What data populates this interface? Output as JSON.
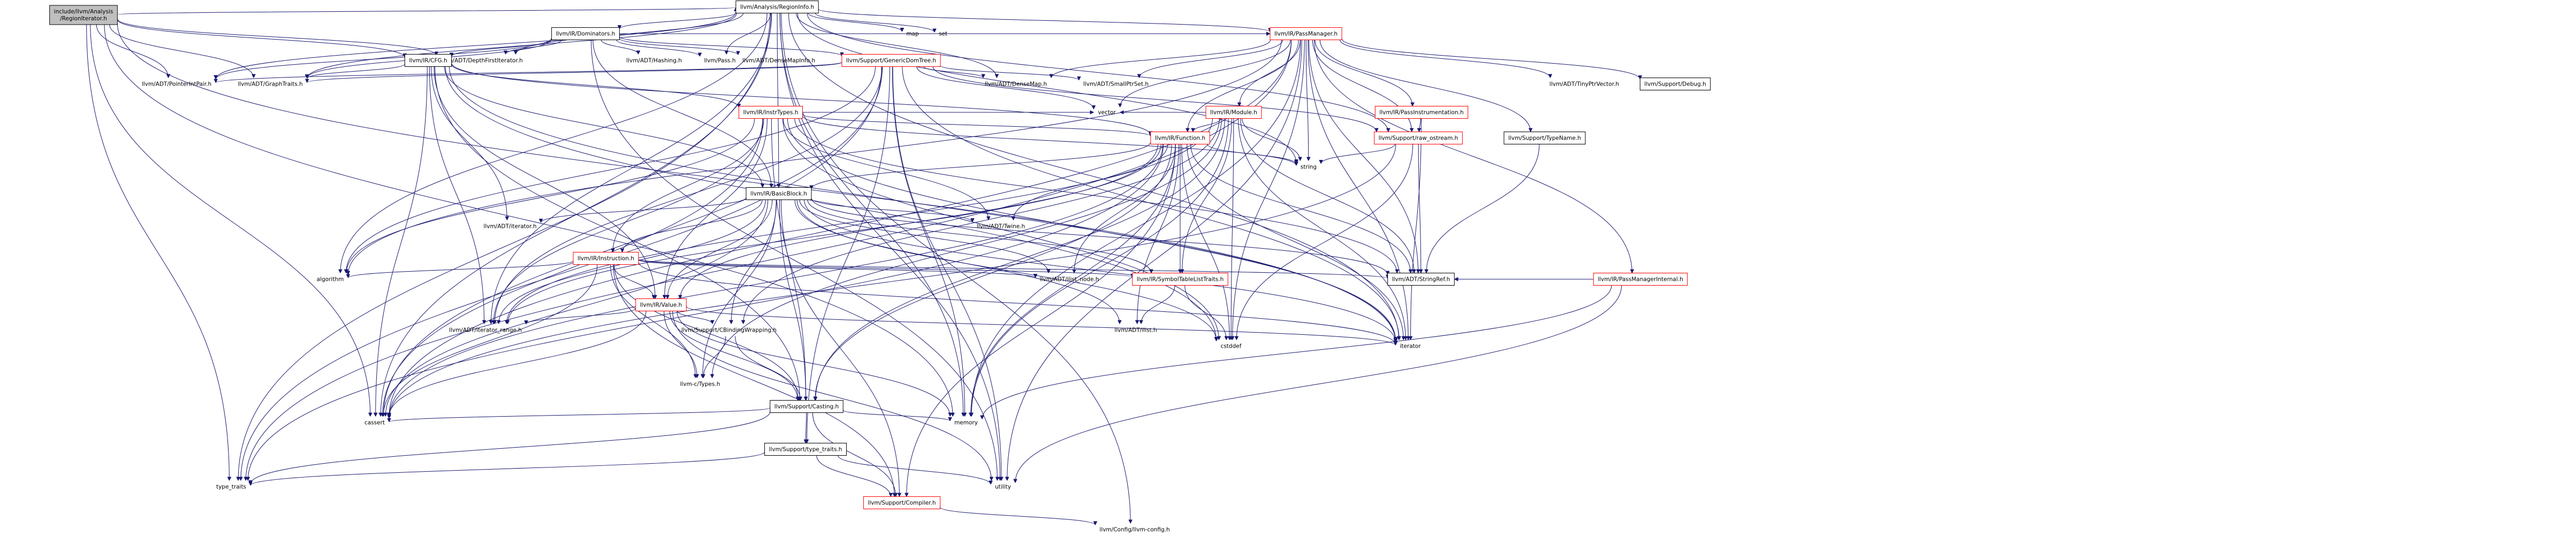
{
  "graph_title": "",
  "colors": {
    "edge": "#191970",
    "root_fill": "#bfbfbf",
    "node_border": "#000000",
    "warn_border": "#ff0000"
  },
  "nodes": [
    {
      "id": "root",
      "lines": [
        "include/llvm/Analysis",
        "/RegionIterator.h"
      ],
      "style": "root"
    },
    {
      "id": "regioninfo",
      "lines": [
        "llvm/Analysis/RegionInfo.h"
      ],
      "style": "link"
    },
    {
      "id": "dominators",
      "lines": [
        "llvm/IR/Dominators.h"
      ],
      "style": "link"
    },
    {
      "id": "map",
      "lines": [
        "map"
      ],
      "style": "plain"
    },
    {
      "id": "set",
      "lines": [
        "set"
      ],
      "style": "plain"
    },
    {
      "id": "passmanager",
      "lines": [
        "llvm/IR/PassManager.h"
      ],
      "style": "red"
    },
    {
      "id": "depthfirst",
      "lines": [
        "llvm/ADT/DepthFirstIterator.h"
      ],
      "style": "plain"
    },
    {
      "id": "irpass",
      "lines": [
        "llvm/Pass.h"
      ],
      "style": "plain"
    },
    {
      "id": "gendomtree",
      "lines": [
        "llvm/Support/GenericDomTree.h"
      ],
      "style": "red"
    },
    {
      "id": "hashing",
      "lines": [
        "llvm/ADT/Hashing.h"
      ],
      "style": "plain"
    },
    {
      "id": "densemapinfo",
      "lines": [
        "llvm/ADT/DenseMapInfo.h"
      ],
      "style": "plain"
    },
    {
      "id": "cfg",
      "lines": [
        "llvm/IR/CFG.h"
      ],
      "style": "link"
    },
    {
      "id": "pointerintpair",
      "lines": [
        "llvm/ADT/PointerIntPair.h"
      ],
      "style": "plain"
    },
    {
      "id": "graphtraits",
      "lines": [
        "llvm/ADT/GraphTraits.h"
      ],
      "style": "plain"
    },
    {
      "id": "densemap",
      "lines": [
        "llvm/ADT/DenseMap.h"
      ],
      "style": "plain"
    },
    {
      "id": "smallptrset",
      "lines": [
        "llvm/ADT/SmallPtrSet.h"
      ],
      "style": "plain"
    },
    {
      "id": "tinyptrvector",
      "lines": [
        "llvm/ADT/TinyPtrVector.h"
      ],
      "style": "plain"
    },
    {
      "id": "debug",
      "lines": [
        "llvm/Support/Debug.h"
      ],
      "style": "link"
    },
    {
      "id": "irmodule",
      "lines": [
        "llvm/IR/Module.h"
      ],
      "style": "red"
    },
    {
      "id": "passinstr",
      "lines": [
        "llvm/IR/PassInstrumentation.h"
      ],
      "style": "red"
    },
    {
      "id": "rawostream",
      "lines": [
        "llvm/Support/raw_ostream.h"
      ],
      "style": "red"
    },
    {
      "id": "typename",
      "lines": [
        "llvm/Support/TypeName.h"
      ],
      "style": "link"
    },
    {
      "id": "irinsttypes",
      "lines": [
        "llvm/IR/InstrTypes.h"
      ],
      "style": "red"
    },
    {
      "id": "irfunction",
      "lines": [
        "llvm/IR/Function.h"
      ],
      "style": "red"
    },
    {
      "id": "vector",
      "lines": [
        "vector"
      ],
      "style": "plain"
    },
    {
      "id": "string",
      "lines": [
        "string"
      ],
      "style": "plain"
    },
    {
      "id": "pminternal",
      "lines": [
        "llvm/IR/PassManagerInternal.h"
      ],
      "style": "red"
    },
    {
      "id": "basicblock",
      "lines": [
        "llvm/IR/BasicBlock.h"
      ],
      "style": "link"
    },
    {
      "id": "iterator",
      "lines": [
        "llvm/ADT/iterator.h"
      ],
      "style": "plain"
    },
    {
      "id": "adttwine",
      "lines": [
        "llvm/ADT/Twine.h"
      ],
      "style": "plain"
    },
    {
      "id": "irinstruction",
      "lines": [
        "llvm/IR/Instruction.h"
      ],
      "style": "red"
    },
    {
      "id": "algorithm",
      "lines": [
        "algorithm"
      ],
      "style": "plain"
    },
    {
      "id": "irvalue",
      "lines": [
        "llvm/IR/Value.h"
      ],
      "style": "red"
    },
    {
      "id": "ilistnode",
      "lines": [
        "llvm/ADT/ilist_node.h"
      ],
      "style": "plain"
    },
    {
      "id": "symtablelist",
      "lines": [
        "llvm/IR/SymbolTableListTraits.h"
      ],
      "style": "red"
    },
    {
      "id": "stringref",
      "lines": [
        "llvm/ADT/StringRef.h"
      ],
      "style": "link"
    },
    {
      "id": "iteratorrange",
      "lines": [
        "llvm/ADT/iterator_range.h"
      ],
      "style": "plain"
    },
    {
      "id": "cbinding",
      "lines": [
        "llvm/Support/CBindingWrapping.h"
      ],
      "style": "plain"
    },
    {
      "id": "ilist",
      "lines": [
        "llvm/ADT/ilist.h"
      ],
      "style": "plain"
    },
    {
      "id": "cstddef",
      "lines": [
        "cstddef"
      ],
      "style": "plain"
    },
    {
      "id": "iteratorstd",
      "lines": [
        "iterator"
      ],
      "style": "plain"
    },
    {
      "id": "ctypes",
      "lines": [
        "llvm-c/Types.h"
      ],
      "style": "plain"
    },
    {
      "id": "casting",
      "lines": [
        "llvm/Support/Casting.h"
      ],
      "style": "link"
    },
    {
      "id": "cassert",
      "lines": [
        "cassert"
      ],
      "style": "plain"
    },
    {
      "id": "memory",
      "lines": [
        "memory"
      ],
      "style": "plain"
    },
    {
      "id": "sptypetraits",
      "lines": [
        "llvm/Support/type_traits.h"
      ],
      "style": "link"
    },
    {
      "id": "typetraits",
      "lines": [
        "type_traits"
      ],
      "style": "plain"
    },
    {
      "id": "utility",
      "lines": [
        "utility"
      ],
      "style": "plain"
    },
    {
      "id": "compiler",
      "lines": [
        "llvm/Support/Compiler.h"
      ],
      "style": "red"
    },
    {
      "id": "llvmconfig",
      "lines": [
        "llvm/Config/llvm-config.h"
      ],
      "style": "plain"
    }
  ],
  "edges": [
    [
      "root",
      "regioninfo"
    ],
    [
      "root",
      "depthfirst"
    ],
    [
      "root",
      "graphtraits"
    ],
    [
      "root",
      "pointerintpair"
    ],
    [
      "root",
      "cfg"
    ],
    [
      "root",
      "cassert"
    ],
    [
      "root",
      "iteratorstd"
    ],
    [
      "root",
      "memory"
    ],
    [
      "root",
      "typetraits"
    ],
    [
      "regioninfo",
      "dominators"
    ],
    [
      "regioninfo",
      "map"
    ],
    [
      "regioninfo",
      "set"
    ],
    [
      "regioninfo",
      "passmanager"
    ],
    [
      "regioninfo",
      "depthfirst"
    ],
    [
      "regioninfo",
      "irpass"
    ],
    [
      "regioninfo",
      "densemap"
    ],
    [
      "regioninfo",
      "graphtraits"
    ],
    [
      "regioninfo",
      "basicblock"
    ],
    [
      "regioninfo",
      "rawostream"
    ],
    [
      "regioninfo",
      "string"
    ],
    [
      "regioninfo",
      "algorithm"
    ],
    [
      "regioninfo",
      "iteratorrange"
    ],
    [
      "regioninfo",
      "cassert"
    ],
    [
      "regioninfo",
      "memory"
    ],
    [
      "regioninfo",
      "typetraits"
    ],
    [
      "regioninfo",
      "utility"
    ],
    [
      "regioninfo",
      "llvmconfig"
    ],
    [
      "regioninfo",
      "pointerintpair"
    ],
    [
      "regioninfo",
      "iteratorstd"
    ],
    [
      "dominators",
      "hashing"
    ],
    [
      "dominators",
      "densemapinfo"
    ],
    [
      "dominators",
      "cfg"
    ],
    [
      "dominators",
      "gendomtree"
    ],
    [
      "dominators",
      "irpass"
    ],
    [
      "dominators",
      "pointerintpair"
    ],
    [
      "dominators",
      "graphtraits"
    ],
    [
      "dominators",
      "basicblock"
    ],
    [
      "dominators",
      "depthfirst"
    ],
    [
      "dominators",
      "passmanager"
    ],
    [
      "dominators",
      "utility"
    ],
    [
      "passmanager",
      "densemap"
    ],
    [
      "passmanager",
      "smallptrset"
    ],
    [
      "passmanager",
      "tinyptrvector"
    ],
    [
      "passmanager",
      "debug"
    ],
    [
      "passmanager",
      "irmodule"
    ],
    [
      "passmanager",
      "passinstr"
    ],
    [
      "passmanager",
      "rawostream"
    ],
    [
      "passmanager",
      "typename"
    ],
    [
      "passmanager",
      "irfunction"
    ],
    [
      "passmanager",
      "pminternal"
    ],
    [
      "passmanager",
      "vector"
    ],
    [
      "passmanager",
      "string"
    ],
    [
      "passmanager",
      "stringref"
    ],
    [
      "passmanager",
      "iteratorstd"
    ],
    [
      "passmanager",
      "memory"
    ],
    [
      "passmanager",
      "utility"
    ],
    [
      "passmanager",
      "cstddef"
    ],
    [
      "passmanager",
      "cassert"
    ],
    [
      "passmanager",
      "algorithm"
    ],
    [
      "passmanager",
      "typetraits"
    ],
    [
      "gendomtree",
      "densemap"
    ],
    [
      "gendomtree",
      "smallptrset"
    ],
    [
      "gendomtree",
      "graphtraits"
    ],
    [
      "gendomtree",
      "pointerintpair"
    ],
    [
      "gendomtree",
      "iteratorrange"
    ],
    [
      "gendomtree",
      "rawostream"
    ],
    [
      "gendomtree",
      "vector"
    ],
    [
      "gendomtree",
      "memory"
    ],
    [
      "gendomtree",
      "cassert"
    ],
    [
      "gendomtree",
      "algorithm"
    ],
    [
      "gendomtree",
      "iteratorstd"
    ],
    [
      "gendomtree",
      "utility"
    ],
    [
      "gendomtree",
      "typetraits"
    ],
    [
      "gendomtree",
      "sptypetraits"
    ],
    [
      "cfg",
      "graphtraits"
    ],
    [
      "cfg",
      "irinsttypes"
    ],
    [
      "cfg",
      "iterator"
    ],
    [
      "cfg",
      "iteratorrange"
    ],
    [
      "cfg",
      "basicblock"
    ],
    [
      "cfg",
      "irfunction"
    ],
    [
      "cfg",
      "irvalue"
    ],
    [
      "cfg",
      "casting"
    ],
    [
      "cfg",
      "cassert"
    ],
    [
      "cfg",
      "cstddef"
    ],
    [
      "cfg",
      "iteratorstd"
    ],
    [
      "irmodule",
      "irfunction"
    ],
    [
      "irmodule",
      "stringref"
    ],
    [
      "irmodule",
      "iteratorrange"
    ],
    [
      "irmodule",
      "symtablelist"
    ],
    [
      "irmodule",
      "ctypes"
    ],
    [
      "irmodule",
      "cbinding"
    ],
    [
      "irmodule",
      "casting"
    ],
    [
      "irmodule",
      "cstddef"
    ],
    [
      "irmodule",
      "iteratorstd"
    ],
    [
      "irmodule",
      "memory"
    ],
    [
      "irmodule",
      "string"
    ],
    [
      "irmodule",
      "vector"
    ],
    [
      "passinstr",
      "rawostream"
    ],
    [
      "passinstr",
      "iteratorstd"
    ],
    [
      "rawostream",
      "stringref"
    ],
    [
      "rawostream",
      "cassert"
    ],
    [
      "rawostream",
      "cstddef"
    ],
    [
      "rawostream",
      "string"
    ],
    [
      "typename",
      "stringref"
    ],
    [
      "irinsttypes",
      "irfunction"
    ],
    [
      "irinsttypes",
      "irinstruction"
    ],
    [
      "irinsttypes",
      "irvalue"
    ],
    [
      "irinsttypes",
      "adttwine"
    ],
    [
      "irinsttypes",
      "iteratorrange"
    ],
    [
      "irinsttypes",
      "stringref"
    ],
    [
      "irinsttypes",
      "casting"
    ],
    [
      "irinsttypes",
      "cassert"
    ],
    [
      "irinsttypes",
      "algorithm"
    ],
    [
      "irinsttypes",
      "cstddef"
    ],
    [
      "irinsttypes",
      "string"
    ],
    [
      "irinsttypes",
      "vector"
    ],
    [
      "irinsttypes",
      "iteratorstd"
    ],
    [
      "irfunction",
      "basicblock"
    ],
    [
      "irfunction",
      "adttwine"
    ],
    [
      "irfunction",
      "ilist"
    ],
    [
      "irfunction",
      "ilistnode"
    ],
    [
      "irfunction",
      "iteratorstd"
    ],
    [
      "irfunction",
      "iteratorrange"
    ],
    [
      "irfunction",
      "stringref"
    ],
    [
      "irfunction",
      "symtablelist"
    ],
    [
      "irfunction",
      "irvalue"
    ],
    [
      "irfunction",
      "casting"
    ],
    [
      "irfunction",
      "compiler"
    ],
    [
      "irfunction",
      "cassert"
    ],
    [
      "irfunction",
      "cstddef"
    ],
    [
      "irfunction",
      "memory"
    ],
    [
      "irfunction",
      "string"
    ],
    [
      "irfunction",
      "typetraits"
    ],
    [
      "pminternal",
      "stringref"
    ],
    [
      "pminternal",
      "memory"
    ],
    [
      "pminternal",
      "utility"
    ],
    [
      "basicblock",
      "iterator"
    ],
    [
      "basicblock",
      "adttwine"
    ],
    [
      "basicblock",
      "irinstruction"
    ],
    [
      "basicblock",
      "ilistnode"
    ],
    [
      "basicblock",
      "ilist"
    ],
    [
      "basicblock",
      "stringref"
    ],
    [
      "basicblock",
      "iteratorrange"
    ],
    [
      "basicblock",
      "symtablelist"
    ],
    [
      "basicblock",
      "irvalue"
    ],
    [
      "basicblock",
      "cbinding"
    ],
    [
      "basicblock",
      "casting"
    ],
    [
      "basicblock",
      "compiler"
    ],
    [
      "basicblock",
      "ctypes"
    ],
    [
      "basicblock",
      "cassert"
    ],
    [
      "basicblock",
      "cstddef"
    ],
    [
      "basicblock",
      "iteratorstd"
    ],
    [
      "irinstruction",
      "algorithm"
    ],
    [
      "irinstruction",
      "irvalue"
    ],
    [
      "irinstruction",
      "ilistnode"
    ],
    [
      "irinstruction",
      "symtablelist"
    ],
    [
      "irinstruction",
      "stringref"
    ],
    [
      "irinstruction",
      "casting"
    ],
    [
      "irinstruction",
      "compiler"
    ],
    [
      "irinstruction",
      "ctypes"
    ],
    [
      "irinstruction",
      "cassert"
    ],
    [
      "irinstruction",
      "iteratorstd"
    ],
    [
      "irvalue",
      "iteratorrange"
    ],
    [
      "irvalue",
      "cbinding"
    ],
    [
      "irvalue",
      "casting"
    ],
    [
      "irvalue",
      "ctypes"
    ],
    [
      "irvalue",
      "cassert"
    ],
    [
      "irvalue",
      "iteratorstd"
    ],
    [
      "irvalue",
      "memory"
    ],
    [
      "irvalue",
      "utility"
    ],
    [
      "symtablelist",
      "ilist"
    ],
    [
      "symtablelist",
      "cstddef"
    ],
    [
      "cbinding",
      "ctypes"
    ],
    [
      "cbinding",
      "casting"
    ],
    [
      "casting",
      "sptypetraits"
    ],
    [
      "casting",
      "compiler"
    ],
    [
      "casting",
      "cassert"
    ],
    [
      "casting",
      "memory"
    ],
    [
      "casting",
      "typetraits"
    ],
    [
      "sptypetraits",
      "typetraits"
    ],
    [
      "sptypetraits",
      "utility"
    ],
    [
      "sptypetraits",
      "compiler"
    ],
    [
      "compiler",
      "llvmconfig"
    ]
  ]
}
